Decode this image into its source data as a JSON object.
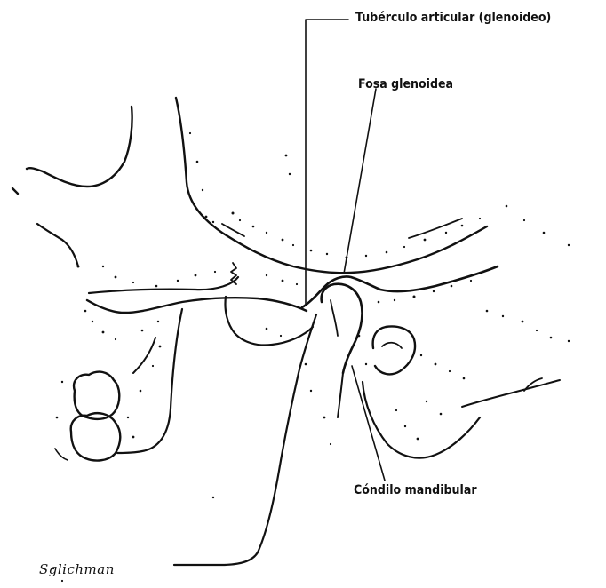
{
  "labels": {
    "tuberculo": "Tubérculo articular (glenoideo)",
    "fosa": "Fosa glenoidea",
    "condilo": "Cóndilo mandibular"
  },
  "signature": {
    "text": "Sglichman"
  },
  "colors": {
    "ink": "#111111",
    "background": "#ffffff"
  }
}
